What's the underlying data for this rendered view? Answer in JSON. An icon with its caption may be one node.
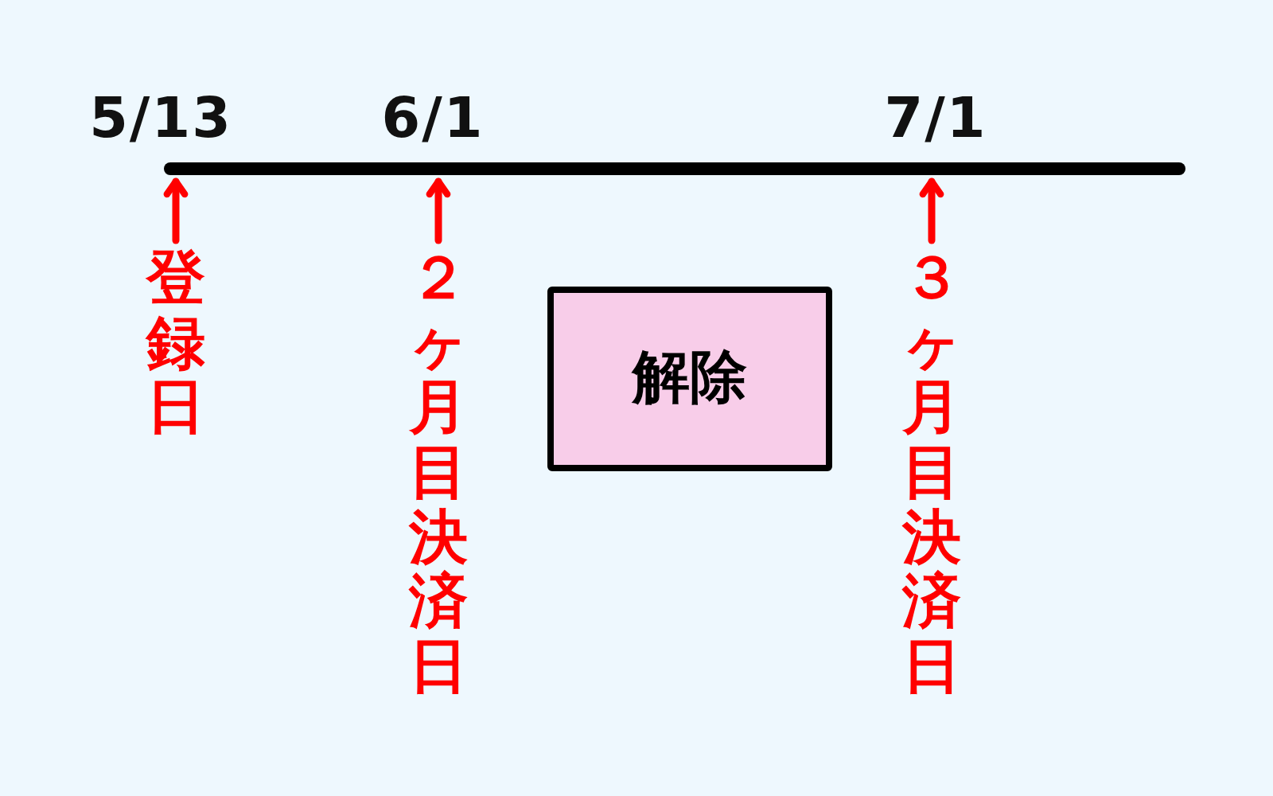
{
  "diagram": {
    "nodes": [
      {
        "text": [],
        "shape": "line"
      },
      {
        "text": [
          "登録日"
        ]
      },
      {
        "text": [
          "２ヶ月目決済日"
        ]
      },
      {
        "text": [
          "解除"
        ]
      },
      {
        "text": [
          "３ヶ月目決済日"
        ]
      }
    ],
    "edges": [
      {
        "from": 1,
        "to": 0,
        "arrow": "to"
      },
      {
        "from": 2,
        "to": 0,
        "arrow": "to"
      },
      {
        "from": 4,
        "to": 0,
        "arrow": "to"
      }
    ],
    "labels": [
      "5/13",
      "6/1",
      "7/1"
    ]
  }
}
